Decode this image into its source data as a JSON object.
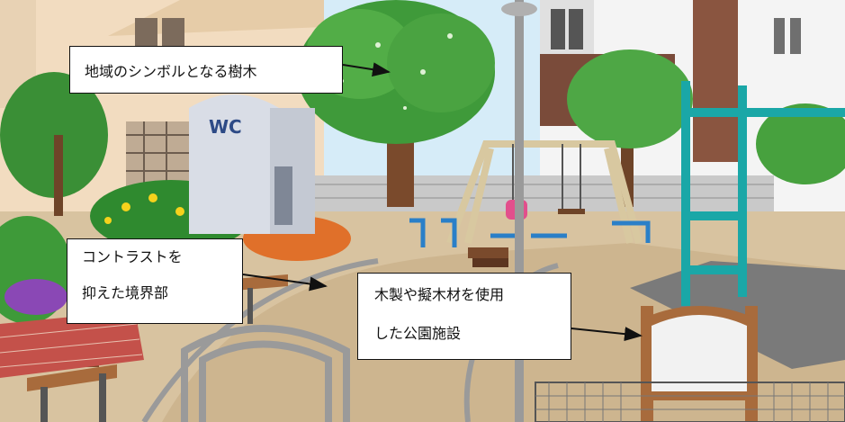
{
  "scene": {
    "wc_sign": "WC",
    "colors": {
      "sky": "#cfe8f7",
      "ground": "#d8c3a0",
      "path": "#cdb58f",
      "gravel": "#7a7a7a",
      "foliage": "#3f9a3a",
      "building": "#f3dcc0",
      "teal_bars": "#1aa7a7",
      "wood": "#a86b3c"
    }
  },
  "callouts": {
    "tree": {
      "text": "地域のシンボルとなる樹木"
    },
    "boundary": {
      "line1": "コントラストを",
      "line2": "抑えた境界部"
    },
    "facility": {
      "line1": "木製や擬木材を使用",
      "line2": "した公園施設"
    }
  }
}
